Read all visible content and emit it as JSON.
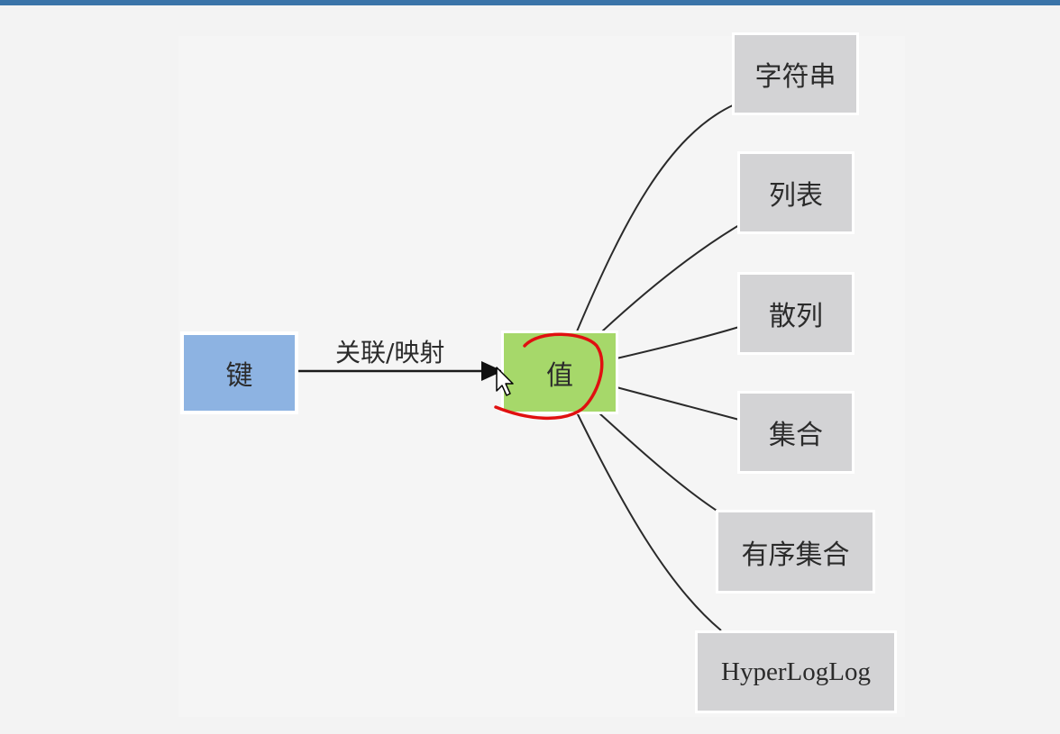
{
  "diagram": {
    "key_node": {
      "label": "键"
    },
    "edge": {
      "label": "关联/映射"
    },
    "value_node": {
      "label": "值"
    },
    "types": [
      {
        "label": "字符串"
      },
      {
        "label": "列表"
      },
      {
        "label": "散列"
      },
      {
        "label": "集合"
      },
      {
        "label": "有序集合"
      },
      {
        "label": "HyperLogLog"
      }
    ]
  },
  "colors": {
    "key_fill": "#8db3e2",
    "value_fill": "#a6d86a",
    "type_fill": "#d3d3d5",
    "annotation_red": "#e01010",
    "topbar": "#3a73a8"
  }
}
